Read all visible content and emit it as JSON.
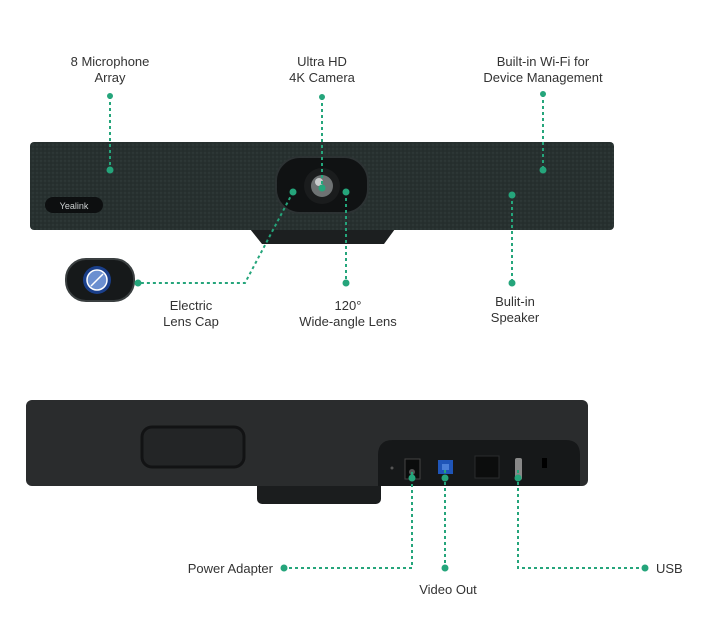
{
  "accent_color": "#25a57b",
  "brand_logo": "Yealink",
  "front_view": {
    "callouts": [
      {
        "line1": "8 Microphone",
        "line2": "Array"
      },
      {
        "line1": "Ultra HD",
        "line2": "4K Camera"
      },
      {
        "line1": "Built-in Wi-Fi for",
        "line2": "Device Management"
      },
      {
        "line1": "Electric",
        "line2": "Lens Cap"
      },
      {
        "line1": "120°",
        "line2": "Wide-angle Lens"
      },
      {
        "line1": "Bulit-in",
        "line2": "Speaker"
      }
    ]
  },
  "back_view": {
    "callouts": [
      {
        "label": "Power Adapter"
      },
      {
        "label": "Video Out"
      },
      {
        "label": "USB"
      }
    ]
  }
}
